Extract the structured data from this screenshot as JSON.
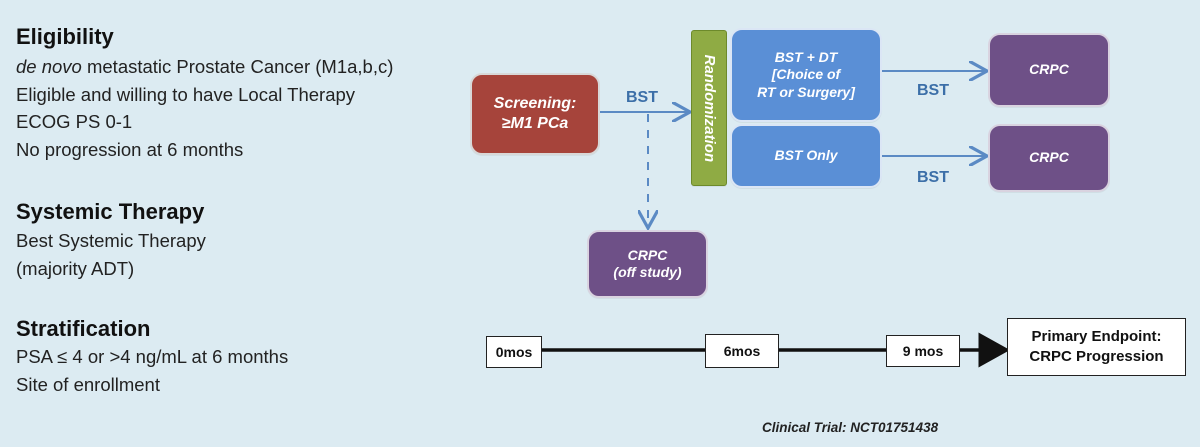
{
  "eligibility": {
    "heading": "Eligibility",
    "line1_italic": "de novo",
    "line1_rest": " metastatic Prostate Cancer (M1a,b,c)",
    "line2": "Eligible and willing to have Local Therapy",
    "line3": "ECOG PS 0-1",
    "line4": "No progression at 6 months"
  },
  "systemic": {
    "heading": "Systemic Therapy",
    "line1": "Best Systemic Therapy",
    "line2": "(majority ADT)"
  },
  "stratification": {
    "heading": "Stratification",
    "line1": "PSA ≤ 4 or >4 ng/mL at 6 months",
    "line2": "Site of enrollment"
  },
  "flow": {
    "screening_line1": "Screening:",
    "screening_line2": "≥M1 PCa",
    "bst_label_1": "BST",
    "randomization": "Randomization",
    "arm1_line1": "BST + DT",
    "arm1_line2": "[Choice of",
    "arm1_line3": "RT or Surgery]",
    "arm2": "BST Only",
    "bst_label_2": "BST",
    "bst_label_3": "BST",
    "crpc_1": "CRPC",
    "crpc_2": "CRPC",
    "crpc_offstudy_line1": "CRPC",
    "crpc_offstudy_line2": "(off study)"
  },
  "timeline": {
    "t0": "0mos",
    "t1": "6mos",
    "t2": "9 mos",
    "endpoint_line1": "Primary Endpoint:",
    "endpoint_line2": "CRPC Progression"
  },
  "footer": "Clinical Trial: NCT01751438",
  "colors": {
    "background": "#dcebf2",
    "screening": "#a6443b",
    "randomization": "#8fab44",
    "arm": "#5a8fd6",
    "crpc": "#6e5087",
    "arrow": "#5b8ac4"
  }
}
